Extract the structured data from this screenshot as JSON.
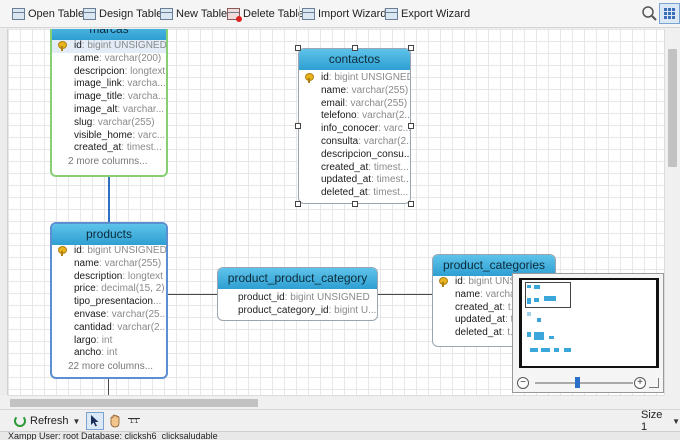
{
  "toolbar": {
    "open_table": "Open Table",
    "design_table": "Design Table",
    "new_table": "New Table",
    "delete_table": "Delete Table",
    "import_wizard": "Import Wizard",
    "export_wizard": "Export Wizard"
  },
  "entities": {
    "marcas": {
      "title": "marcas",
      "attrs": [
        {
          "name": "id",
          "type": ": bigint UNSIGNED",
          "pk": true
        },
        {
          "name": "name",
          "type": ": varchar(200)"
        },
        {
          "name": "descripcion",
          "type": ": longtext"
        },
        {
          "name": "image_link",
          "type": ": varcha..."
        },
        {
          "name": "image_title",
          "type": ": varcha..."
        },
        {
          "name": "image_alt",
          "type": ": varchar..."
        },
        {
          "name": "slug",
          "type": ": varchar(255)"
        },
        {
          "name": "visible_home",
          "type": ": varc..."
        },
        {
          "name": "created_at",
          "type": ": timest..."
        }
      ],
      "more": "2 more columns..."
    },
    "contactos": {
      "title": "contactos",
      "attrs": [
        {
          "name": "id",
          "type": ": bigint UNSIGNED",
          "pk": true
        },
        {
          "name": "name",
          "type": ": varchar(255)"
        },
        {
          "name": "email",
          "type": ": varchar(255)"
        },
        {
          "name": "telefono",
          "type": ": varchar(2..."
        },
        {
          "name": "info_conocer",
          "type": ": varc..."
        },
        {
          "name": "consulta",
          "type": ": varchar(2..."
        },
        {
          "name": "descripcion_consu...",
          "type": ""
        },
        {
          "name": "created_at",
          "type": ": timest..."
        },
        {
          "name": "updated_at",
          "type": ": timest..."
        },
        {
          "name": "deleted_at",
          "type": ": timest..."
        }
      ]
    },
    "products": {
      "title": "products",
      "attrs": [
        {
          "name": "id",
          "type": ": bigint UNSIGNED",
          "pk": true
        },
        {
          "name": "name",
          "type": ": varchar(255)"
        },
        {
          "name": "description",
          "type": ": longtext"
        },
        {
          "name": "price",
          "type": ": decimal(15, 2)"
        },
        {
          "name": "tipo_presentacion",
          "type": "..."
        },
        {
          "name": "envase",
          "type": ": varchar(25..."
        },
        {
          "name": "cantidad",
          "type": ": varchar(2..."
        },
        {
          "name": "largo",
          "type": ": int"
        },
        {
          "name": "ancho",
          "type": ": int"
        }
      ],
      "more": "22 more columns..."
    },
    "product_categories": {
      "title": "product_categories",
      "attrs": [
        {
          "name": "id",
          "type": ": bigint UNSIGNED",
          "pk": true
        },
        {
          "name": "name",
          "type": ": varcha..."
        },
        {
          "name": "created_at",
          "type": ": t..."
        },
        {
          "name": "updated_at",
          "type": ": t..."
        },
        {
          "name": "deleted_at",
          "type": ": t..."
        }
      ]
    }
  },
  "link_table": {
    "title": "product_product_category",
    "rows": [
      {
        "name": "product_id",
        "type": ": bigint UNSIGNED"
      },
      {
        "name": "product_category_id",
        "type": ": bigint U..."
      }
    ]
  },
  "bottombar": {
    "refresh": "Refresh",
    "size_label": "Size 1",
    "ratio_label": "1:1"
  },
  "status": "Xampp   User: root   Database: clicksh6_clicksaludable"
}
